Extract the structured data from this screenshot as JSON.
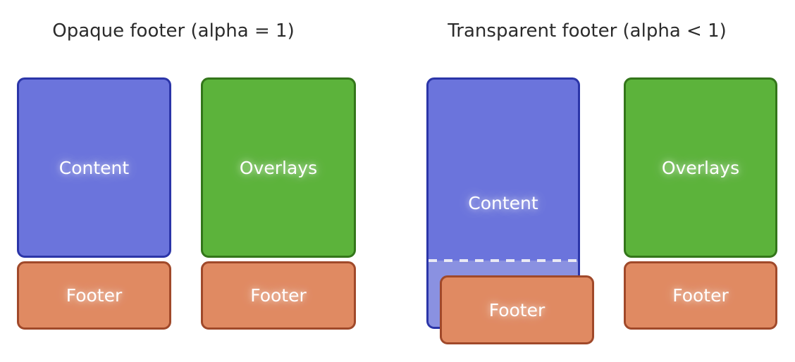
{
  "diagram": {
    "panels": [
      {
        "title": "Opaque footer (alpha = 1)"
      },
      {
        "title": "Transparent footer (alpha < 1)"
      }
    ]
  },
  "labels": {
    "content": "Content",
    "overlays": "Overlays",
    "footer": "Footer"
  },
  "colors": {
    "content_fill": "#6B74DC",
    "content_border": "#2B35A8",
    "content_fill_light": "#8A91E1",
    "overlays_fill": "#5CB33B",
    "overlays_border": "#33761A",
    "footer_fill": "#E08A62",
    "footer_border": "#A0492A",
    "dash": "#E9E9F4",
    "title_text": "#2B2B2B",
    "label_text": "#FFFFFF",
    "background": "#FFFFFF"
  }
}
